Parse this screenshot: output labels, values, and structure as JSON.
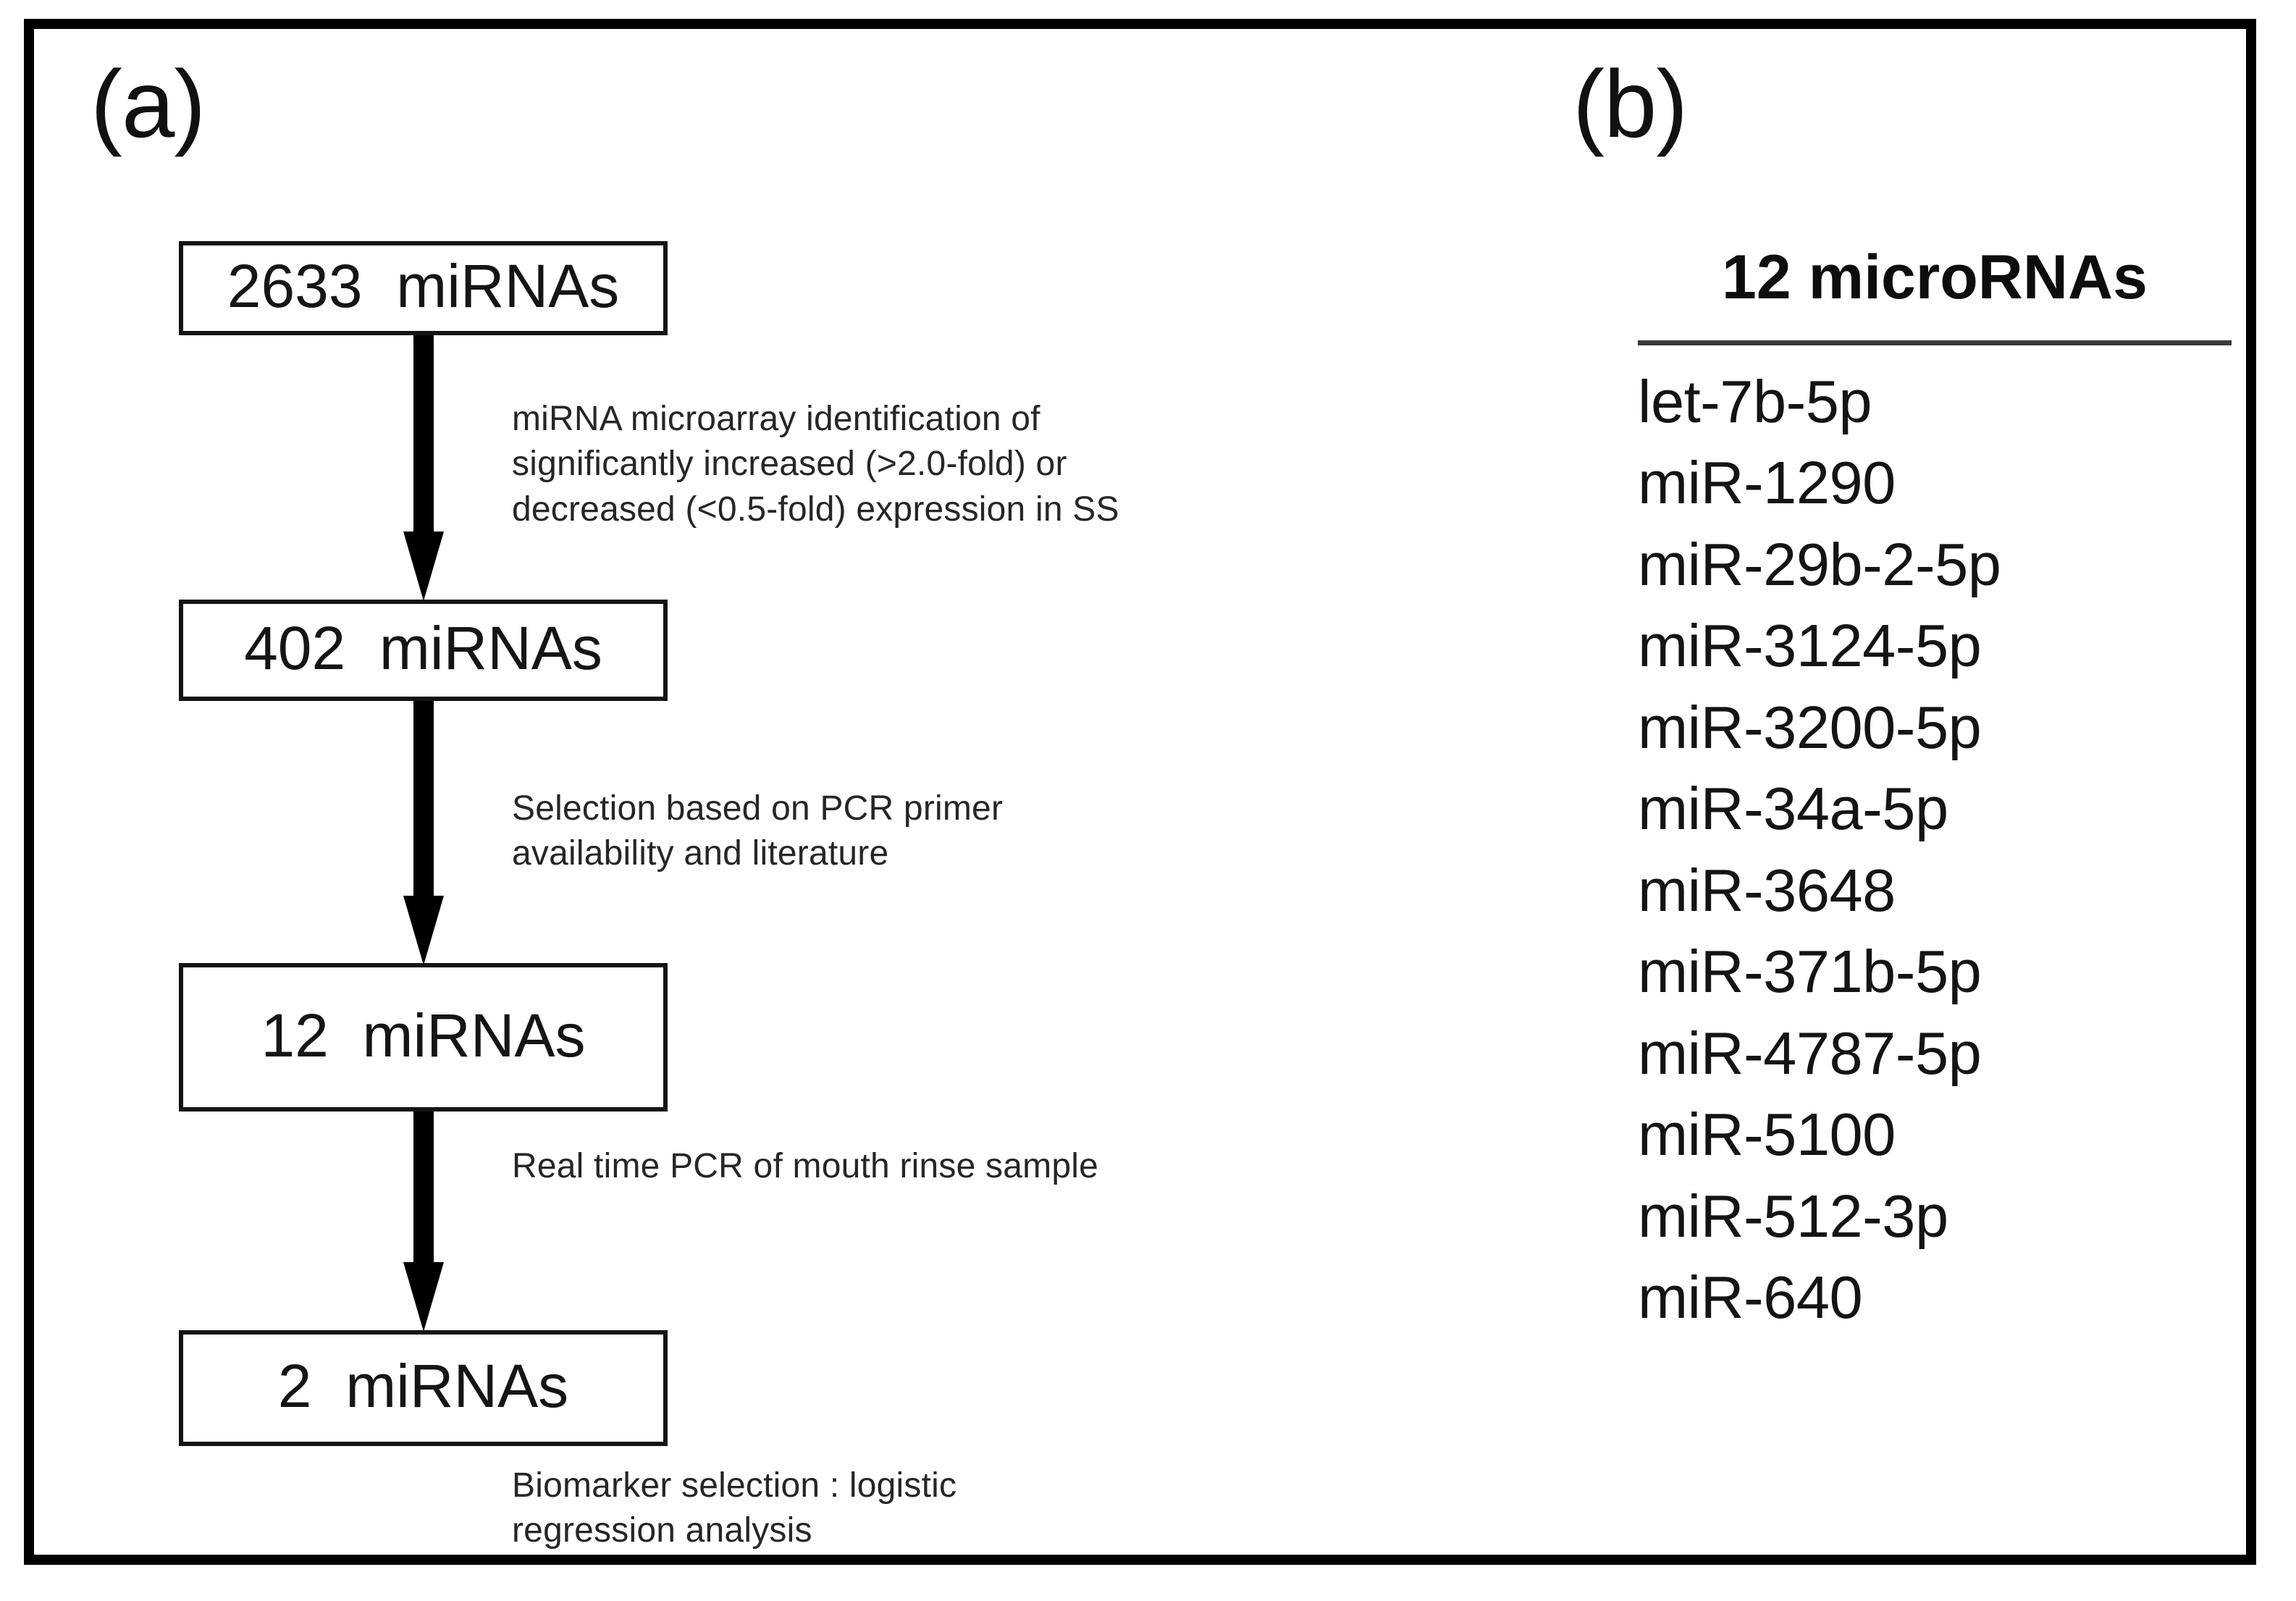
{
  "figure": {
    "panels": [
      {
        "letter": "(a)"
      },
      {
        "letter": "(b)"
      }
    ]
  },
  "flowchart": {
    "boxes": [
      {
        "label": "2633  miRNAs"
      },
      {
        "label": "402  miRNAs"
      },
      {
        "label": "12  miRNAs"
      },
      {
        "label": "2  miRNAs"
      }
    ],
    "steps": [
      {
        "text": "miRNA microarray identification of\nsignificantly increased (>2.0-fold) or\ndecreased (<0.5-fold) expression in SS"
      },
      {
        "text": "Selection based on PCR primer\navailability and literature"
      },
      {
        "text": "Real time PCR of mouth rinse sample"
      },
      {
        "text": "Biomarker selection : logistic\nregression analysis"
      }
    ]
  },
  "mirna_panel": {
    "title": "12 microRNAs",
    "items": [
      "let-7b-5p",
      "miR-1290",
      "miR-29b-2-5p",
      "miR-3124-5p",
      "miR-3200-5p",
      "miR-34a-5p",
      "miR-3648",
      "miR-371b-5p",
      "miR-4787-5p",
      "miR-5100",
      "miR-512-3p",
      "miR-640"
    ]
  },
  "colors": {
    "frame": "#000000",
    "box_border": "#141414",
    "text": "#141414",
    "rule": "#3a3a3a",
    "arrow": "#000000"
  }
}
